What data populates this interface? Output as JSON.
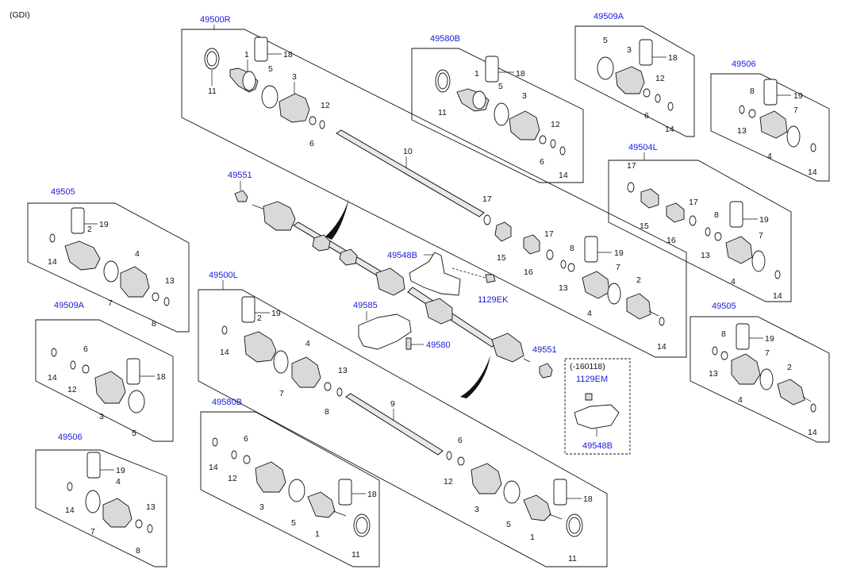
{
  "variant": "(GDI)",
  "groups": {
    "g_49500R": "49500R",
    "g_49580B_top": "49580B",
    "g_49509A_top": "49509A",
    "g_49506_top": "49506",
    "g_49504L": "49504L",
    "g_49505_left": "49505",
    "g_49509A_left": "49509A",
    "g_49506_left": "49506",
    "g_49500L": "49500L",
    "g_49580B_bot": "49580B",
    "g_49505_right": "49505"
  },
  "refs": {
    "r_49551_a": "49551",
    "r_49551_b": "49551",
    "r_49548B": "49548B",
    "r_1129EK": "1129EK",
    "r_49585": "49585",
    "r_49580": "49580",
    "r_160118": "(-160118)",
    "r_1129EM": "1129EM",
    "r_49548B_b": "49548B"
  },
  "part_numbers": {
    "p1": "1",
    "p2": "2",
    "p3": "3",
    "p4": "4",
    "p5": "5",
    "p6": "6",
    "p7": "7",
    "p8": "8",
    "p9": "9",
    "p10": "10",
    "p11": "11",
    "p12": "12",
    "p13": "13",
    "p14": "14",
    "p15": "15",
    "p16": "16",
    "p17": "17",
    "p18": "18",
    "p19": "19"
  }
}
